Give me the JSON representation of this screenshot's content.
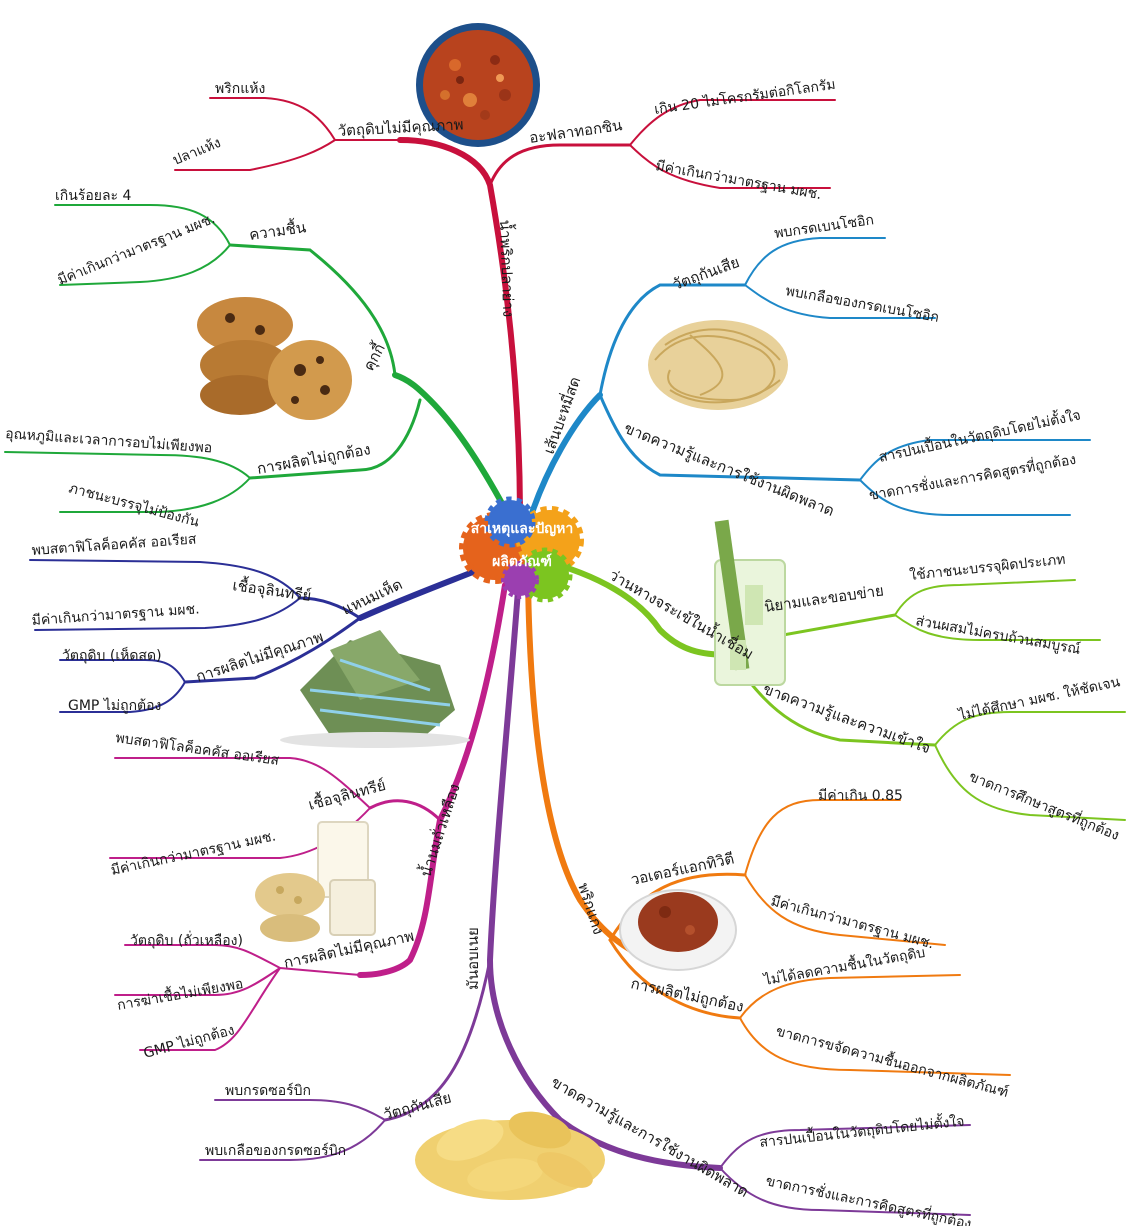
{
  "center": {
    "line1": "สาเหตุและปัญหา",
    "line2": "ผลิตภัณฑ์"
  },
  "colors": {
    "red": "#c8103c",
    "blue": "#1e88c8",
    "lime": "#7cc520",
    "orange": "#f07a10",
    "purple": "#7d3a98",
    "magenta": "#bf1f8a",
    "navy": "#2b2f96",
    "green": "#1fa83a"
  },
  "branches": [
    {
      "label": "น้ำพริกปลาย่าง",
      "subs": [
        {
          "label": "วัตถุดิบไม่มีคุณภาพ",
          "leaves": [
            "พริกแห้ง",
            "ปลาแห้ง"
          ]
        },
        {
          "label": "อะฟลาทอกซิน",
          "leaves": [
            "เกิน 20 ไมโครกรัมต่อกิโลกรัม",
            "มีค่าเกินกว่ามาตรฐาน มผช."
          ]
        }
      ]
    },
    {
      "label": "เส้นบะหมี่สด",
      "subs": [
        {
          "label": "วัตถุกันเสีย",
          "leaves": [
            "พบกรดเบนโซอิก",
            "พบเกลือของกรดเบนโซอิก"
          ]
        },
        {
          "label": "ขาดความรู้และการใช้งานผิดพลาด",
          "leaves": [
            "สารปนเปื้อนในวัตถุดิบโดยไม่ตั้งใจ",
            "ขาดการชั่งและการคิดสูตรที่ถูกต้อง"
          ]
        }
      ]
    },
    {
      "label": "ว่านหางจระเข้ในน้ำเชื่อม",
      "subs": [
        {
          "label": "นิยามและขอบข่าย",
          "leaves": [
            "ใช้ภาชนะบรรจุผิดประเภท",
            "ส่วนผสมไม่ครบถ้วนสมบูรณ์"
          ]
        },
        {
          "label": "ขาดความรู้และความเข้าใจ",
          "leaves": [
            "ไม่ได้ศึกษา มผช. ให้ชัดเจน",
            "ขาดการศึกษาสูตรที่ถูกต้อง"
          ]
        }
      ]
    },
    {
      "label": "พริกแกง",
      "subs": [
        {
          "label": "วอเตอร์แอกทิวิตี",
          "leaves": [
            "มีค่าเกิน 0.85",
            "มีค่าเกินกว่ามาตรฐาน มผช."
          ]
        },
        {
          "label": "การผลิตไม่ถูกต้อง",
          "leaves": [
            "ไม่ได้ลดความชื้นในวัตถุดิบ",
            "ขาดการขจัดความชื้นออกจากผลิตภัณฑ์"
          ]
        }
      ]
    },
    {
      "label": "มันอบเนย",
      "subs": [
        {
          "label": "วัตถุกันเสีย",
          "leaves": [
            "พบกรดซอร์บิก",
            "พบเกลือของกรดซอร์บิก"
          ]
        },
        {
          "label": "ขาดความรู้และการใช้งานผิดพลาด",
          "leaves": [
            "สารปนเปื้อนในวัตถุดิบโดยไม่ตั้งใจ",
            "ขาดการชั่งและการคิดสูตรที่ถูกต้อง"
          ]
        }
      ]
    },
    {
      "label": "น้ำนมถั่วเหลือง",
      "subs": [
        {
          "label": "เชื้อจุลินทรีย์",
          "leaves": [
            "พบสตาฟิโลค็อคคัส ออเรียส",
            "มีค่าเกินกว่ามาตรฐาน มผช."
          ]
        },
        {
          "label": "การผลิตไม่มีคุณภาพ",
          "leaves": [
            "วัตถุดิบ (ถั่วเหลือง)",
            "การฆ่าเชื้อไม่เพียงพอ",
            "GMP ไม่ถูกต้อง"
          ]
        }
      ]
    },
    {
      "label": "แหนมเห็ด",
      "subs": [
        {
          "label": "เชื้อจุลินทรีย์",
          "leaves": [
            "พบสตาฟิโลค็อคคัส ออเรียส",
            "มีค่าเกินกว่ามาตรฐาน มผช."
          ]
        },
        {
          "label": "การผลิตไม่มีคุณภาพ",
          "leaves": [
            "วัตถุดิบ (เห็ดสด)",
            "GMP ไม่ถูกต้อง"
          ]
        }
      ]
    },
    {
      "label": "คุกกี้",
      "subs": [
        {
          "label": "ความชื้น",
          "leaves": [
            "เกินร้อยละ 4",
            "มีค่าเกินกว่ามาตรฐาน มผช."
          ]
        },
        {
          "label": "การผลิตไม่ถูกต้อง",
          "leaves": [
            "อุณหภูมิและเวลาการอบไม่เพียงพอ",
            "ภาชนะบรรจุไม่ป้องกัน"
          ]
        }
      ]
    }
  ]
}
